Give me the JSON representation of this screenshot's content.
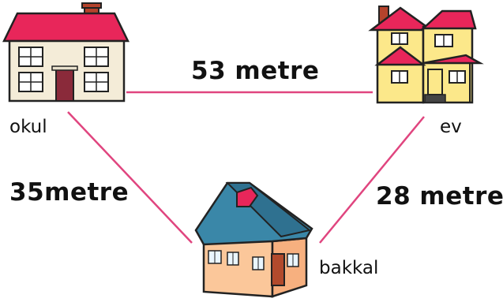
{
  "places": {
    "school": "okul",
    "home": "ev",
    "grocery": "bakkal"
  },
  "distances": {
    "school_home": "53 metre",
    "school_grocery": "35metre",
    "home_grocery": "28 metre"
  },
  "colors": {
    "line": "#e0457f",
    "roof_red": "#e8265a",
    "yellow_house": "#fce88a",
    "orange_house": "#fbc79a",
    "blue_roof": "#3a87a8"
  }
}
